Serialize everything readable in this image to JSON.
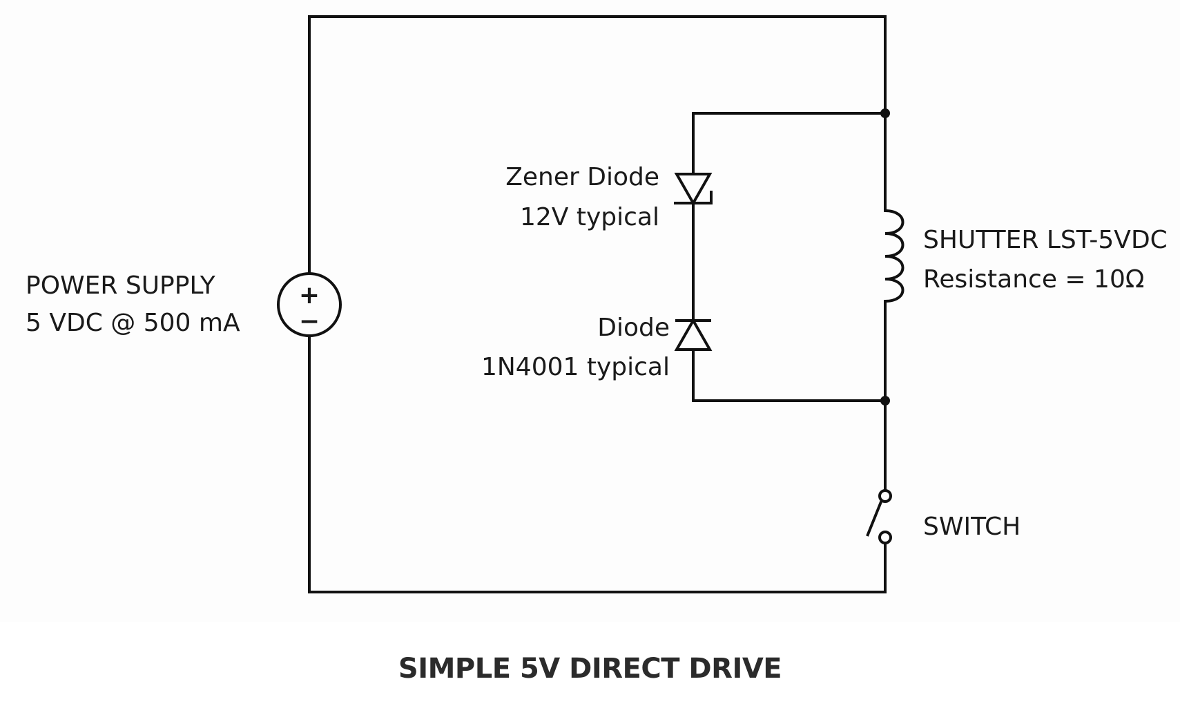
{
  "diagram": {
    "labels": {
      "power_supply_line1": "POWER SUPPLY",
      "power_supply_line2": "5 VDC @ 500 mA",
      "zener_line1": "Zener Diode",
      "zener_line2": "12V typical",
      "diode_line1": "Diode",
      "diode_line2": "1N4001 typical",
      "shutter_line1": "SHUTTER LST-5VDC",
      "shutter_line2": "Resistance = 10Ω",
      "switch": "SWITCH"
    },
    "source_symbol": {
      "plus": "+",
      "minus": "−"
    },
    "icons": [
      "dc-voltage-source-icon",
      "zener-diode-icon",
      "diode-icon",
      "inductor-coil-icon",
      "switch-icon"
    ]
  },
  "caption": "SIMPLE 5V DIRECT DRIVE"
}
